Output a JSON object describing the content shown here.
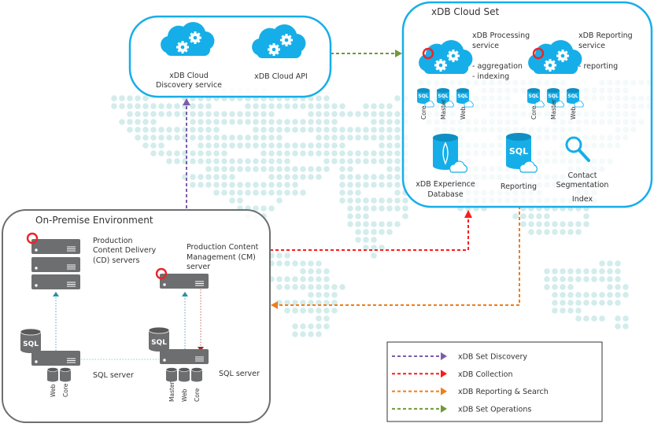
{
  "cloud_services": {
    "discovery": [
      "xDB Cloud",
      "Discovery service"
    ],
    "api": "xDB Cloud API"
  },
  "cloud_set": {
    "title": "xDB Cloud Set",
    "processing": {
      "title": [
        "xDB Processing",
        "service"
      ],
      "tasks": [
        "- aggregation",
        "- indexing"
      ],
      "dbs": [
        "Core",
        "Master",
        "Web"
      ]
    },
    "reporting": {
      "title": [
        "xDB Reporting",
        "service"
      ],
      "tasks": [
        "- reporting"
      ],
      "dbs": [
        "Core",
        "Master",
        "Web"
      ]
    },
    "experience_db": [
      "xDB Experience",
      "Database"
    ],
    "reporting_db": "Reporting",
    "index": [
      "Contact",
      "Segmentation",
      "Index"
    ],
    "sql_label": "SQL"
  },
  "on_premise": {
    "title": "On-Premise Environment",
    "cd": [
      "Production",
      "Content Delivery",
      "(CD) servers"
    ],
    "cm": [
      "Production Content",
      "Management (CM)",
      "server"
    ],
    "sql_left": {
      "label": "SQL server",
      "dbs": [
        "Web",
        "Core"
      ]
    },
    "sql_right": {
      "label": "SQL server",
      "dbs": [
        "Master",
        "Web",
        "Core"
      ]
    },
    "sql_label": "SQL"
  },
  "legend": [
    {
      "label": "xDB Set Discovery",
      "color": "#7b5ea7"
    },
    {
      "label": "xDB Collection",
      "color": "#ff1a1a"
    },
    {
      "label": "xDB Reporting & Search",
      "color": "#f07d1a"
    },
    {
      "label": "xDB Set Operations",
      "color": "#6f9a3a"
    }
  ],
  "colors": {
    "accent": "#16aee8",
    "server": "#6d6e70",
    "map_dot": "#d3ecec",
    "sitecore_red": "#e8262b"
  }
}
